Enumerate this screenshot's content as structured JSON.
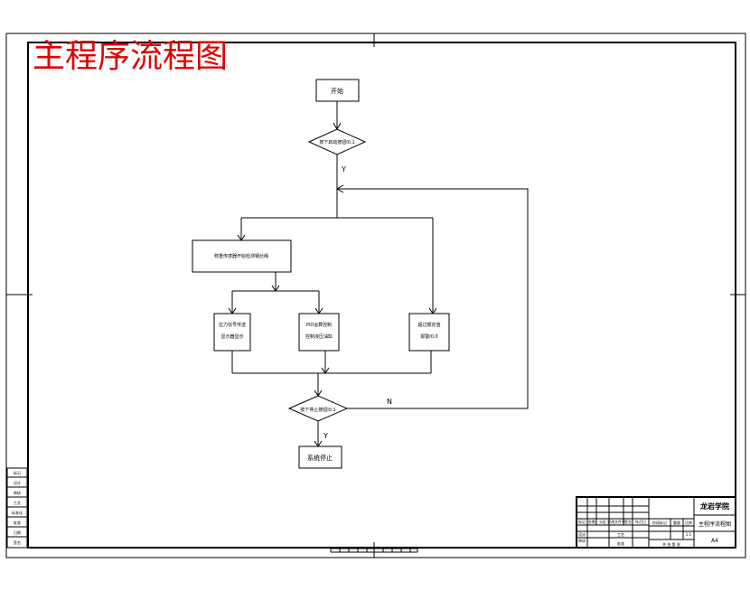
{
  "drawing_title": "主程序流程图",
  "flowchart": {
    "start": "开始",
    "decision_start": "按下启动按钮I0.1",
    "detect": "称重传感器开始检测钢丝绳",
    "branch_left": [
      "拉力信号传送",
      "显示器显示"
    ],
    "branch_mid": [
      "PID运算控制",
      "控制液压油缸"
    ],
    "branch_right": [
      "超过额定值",
      "报警I0.0"
    ],
    "decision_stop": "按下停止按钮I0.1",
    "end": "系统停止",
    "yes_label": "Y",
    "no_label": "N",
    "yes_label_2": "Y"
  },
  "side_table": [
    "标记",
    "设计",
    "审核",
    "工艺",
    "标准化",
    "批准",
    "日期",
    "签名"
  ],
  "title_block": {
    "school": "龙岩学院",
    "drawing_name": "主程序流程图",
    "sheet_size": "A4",
    "row_headers": [
      "标记",
      "处数",
      "分区",
      "更改文件号",
      "签名",
      "年月日"
    ],
    "roles": [
      "设计",
      "审核",
      "工艺",
      "批准"
    ],
    "stage_headers": [
      "阶段标记",
      "重量",
      "比例"
    ],
    "scale": "1:1",
    "sheet_info": "共 张 第 张"
  }
}
